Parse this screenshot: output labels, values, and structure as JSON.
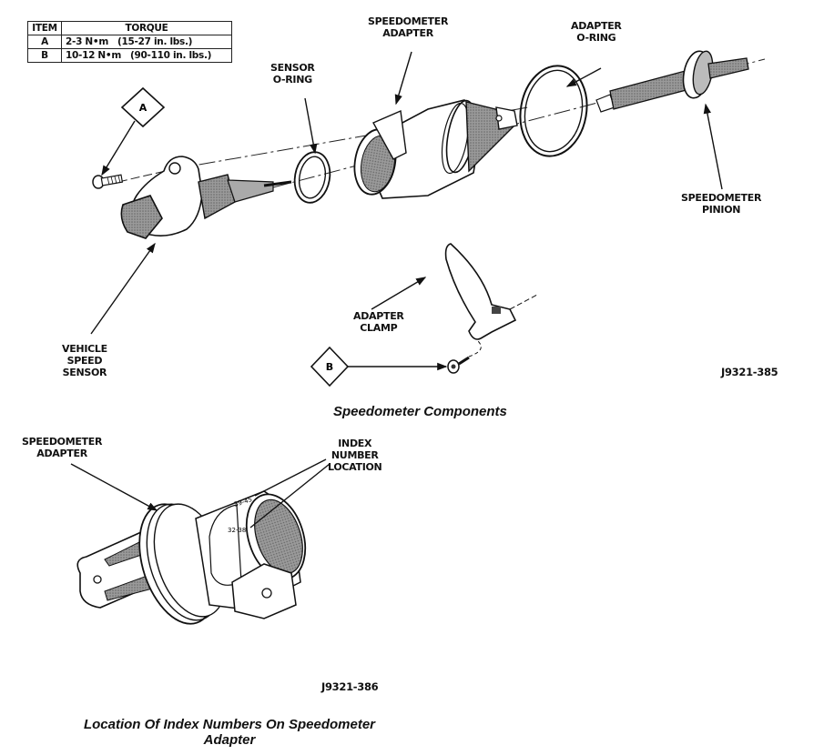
{
  "torque_table": {
    "headers": [
      "ITEM",
      "TORQUE"
    ],
    "rows": [
      {
        "item": "A",
        "torque": "2-3 N•m   (15-27 in. lbs.)"
      },
      {
        "item": "B",
        "torque": "10-12 N•m   (90-110 in. lbs.)"
      }
    ]
  },
  "figure1": {
    "labels": {
      "speedometer_adapter": [
        "SPEEDOMETER",
        "ADAPTER"
      ],
      "adapter_oring": [
        "ADAPTER",
        "O-RING"
      ],
      "sensor_oring": [
        "SENSOR",
        "O-RING"
      ],
      "speedometer_pinion": [
        "SPEEDOMETER",
        "PINION"
      ],
      "vehicle_speed_sensor": [
        "VEHICLE",
        "SPEED",
        "SENSOR"
      ],
      "adapter_clamp": [
        "ADAPTER",
        "CLAMP"
      ]
    },
    "callouts": {
      "a": "A",
      "b": "B"
    },
    "figure_id": "J9321-385",
    "caption": "Speedometer Components"
  },
  "figure2": {
    "labels": {
      "speedometer_adapter": [
        "SPEEDOMETER",
        "ADAPTER"
      ],
      "index_number_location": [
        "INDEX",
        "NUMBER",
        "LOCATION"
      ]
    },
    "index_marks": [
      "39-45",
      "32-38"
    ],
    "figure_id": "J9321-386",
    "caption_line1": "Location Of Index Numbers On Speedometer",
    "caption_line2": "Adapter"
  }
}
